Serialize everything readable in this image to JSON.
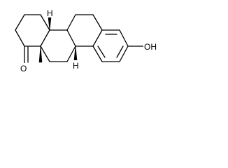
{
  "labels": {
    "oxygen_ketone": "O",
    "hydroxyl": "OH",
    "hydrogen_top": "H",
    "hydrogen_bottom": "H"
  },
  "colors": {
    "bond": "#000000",
    "background": "#ffffff"
  }
}
